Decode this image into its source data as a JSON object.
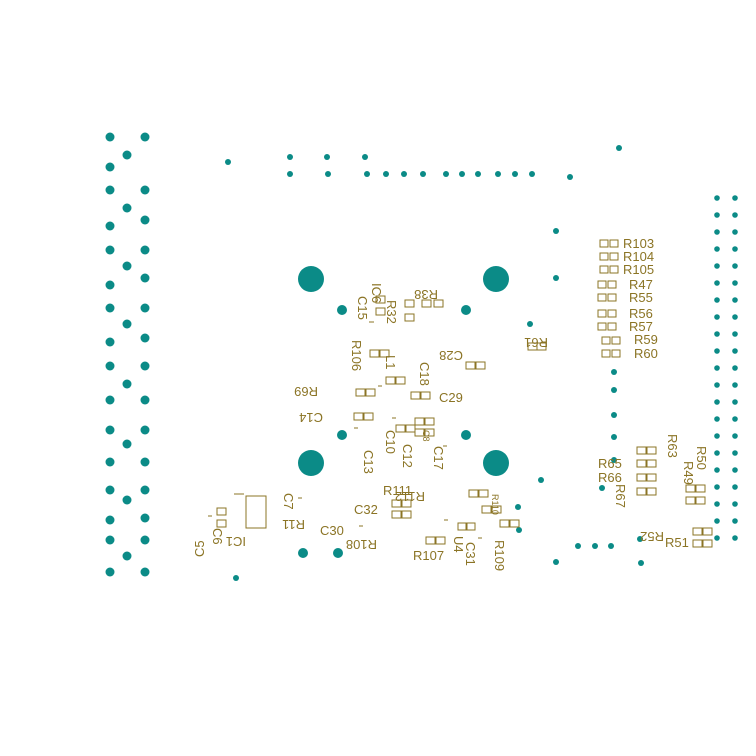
{
  "colors": {
    "background": "#ffffff",
    "via": "#0b8b87",
    "silkscreen": "#8b7425"
  },
  "labels": {
    "R103": "R103",
    "R104": "R104",
    "R105": "R105",
    "R47": "R47",
    "R55": "R55",
    "R56": "R56",
    "R57": "R57",
    "R59": "R59",
    "R60": "R60",
    "R38": "R38",
    "C15": "C15",
    "IC6": "IC6",
    "R32": "R32",
    "R106": "R106",
    "L1": "L1",
    "C18": "C18",
    "C28": "C28",
    "R61": "R61",
    "R69": "R69",
    "C29": "C29",
    "C14": "C14",
    "C10": "C10",
    "C12": "C12",
    "C17": "C17",
    "C8": "C8",
    "C13": "C13",
    "R63": "R63",
    "R50": "R50",
    "R49": "R49",
    "R65": "R65",
    "R66": "R66",
    "R67": "R67",
    "R111": "R111",
    "R112": "R112",
    "R110": "R110",
    "C7": "C7",
    "R11": "R11",
    "C32": "C32",
    "C30": "C30",
    "R108": "R108",
    "U4": "U4",
    "C31": "C31",
    "R107": "R107",
    "R109": "R109",
    "R52": "R52",
    "R51": "R51",
    "C5": "C5",
    "C6": "C6",
    "IC1": "IC1"
  }
}
